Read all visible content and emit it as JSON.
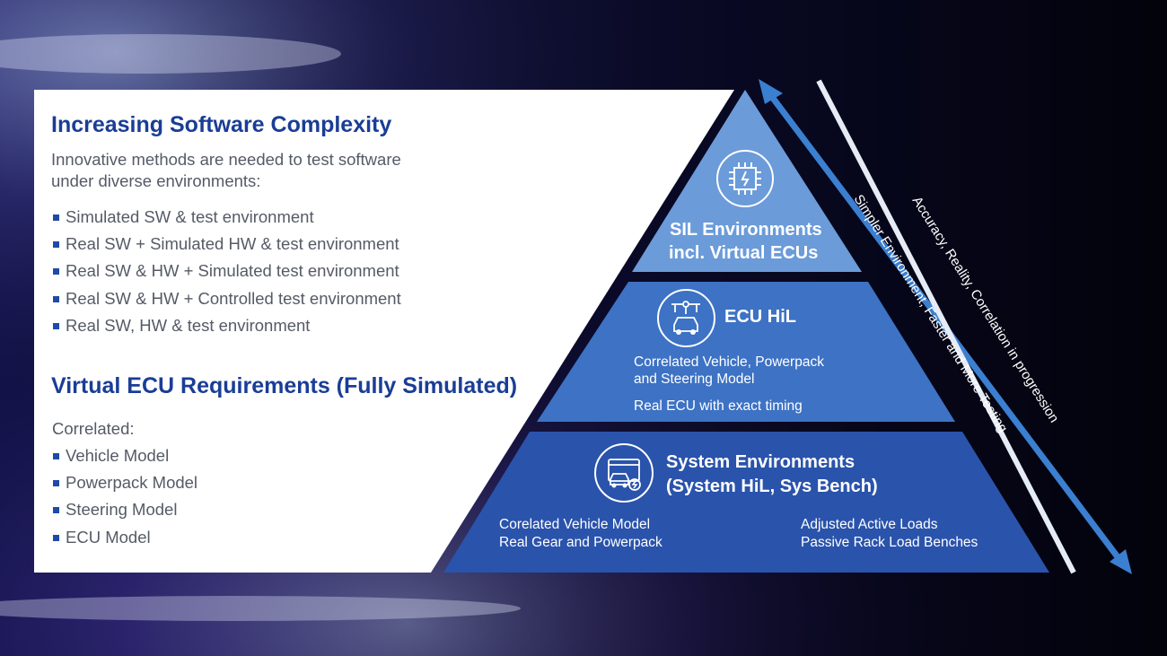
{
  "left": {
    "heading1": "Increasing Software Complexity",
    "intro_line1": "Innovative methods are needed to test software",
    "intro_line2": "under diverse environments:",
    "bullets1": [
      "Simulated SW & test environment",
      "Real SW + Simulated HW & test environment",
      "Real SW & HW + Simulated test environment",
      "Real SW & HW + Controlled test environment",
      "Real SW, HW & test environment"
    ],
    "heading2": "Virtual ECU Requirements (Fully Simulated)",
    "correlated_label": "Correlated:",
    "bullets2": [
      "Vehicle Model",
      "Powerpack Model",
      "Steering Model",
      "ECU Model"
    ]
  },
  "pyramid": {
    "tier1": {
      "title_line1": "SIL Environments",
      "title_line2": "incl. Virtual ECUs",
      "icon": "chip-icon",
      "color": "#5b8fd6"
    },
    "tier2": {
      "title": "ECU HiL",
      "desc_line1": "Correlated Vehicle, Powerpack",
      "desc_line2": "and Steering Model",
      "desc_line3": "Real ECU with exact timing",
      "icon": "car-network-icon",
      "color": "#3a6fc2"
    },
    "tier3": {
      "title_line1": "System Environments",
      "title_line2": "(System HiL, Sys Bench)",
      "left_line1": "Corelated Vehicle Model",
      "left_line2": "Real Gear and Powerpack",
      "right_line1": "Adjusted Active Loads",
      "right_line2": "Passive Rack Load Benches",
      "icon": "vehicle-bench-icon",
      "color": "#1f4aa8"
    }
  },
  "arrows": {
    "inner_label": "Simpler Environment, Faster and More Testing",
    "outer_label": "Accuracy, Reality, Correlation in progression"
  },
  "colors": {
    "heading": "#1a3d96",
    "background": "#0a0a30",
    "arrow_blue": "#4a86d6"
  }
}
